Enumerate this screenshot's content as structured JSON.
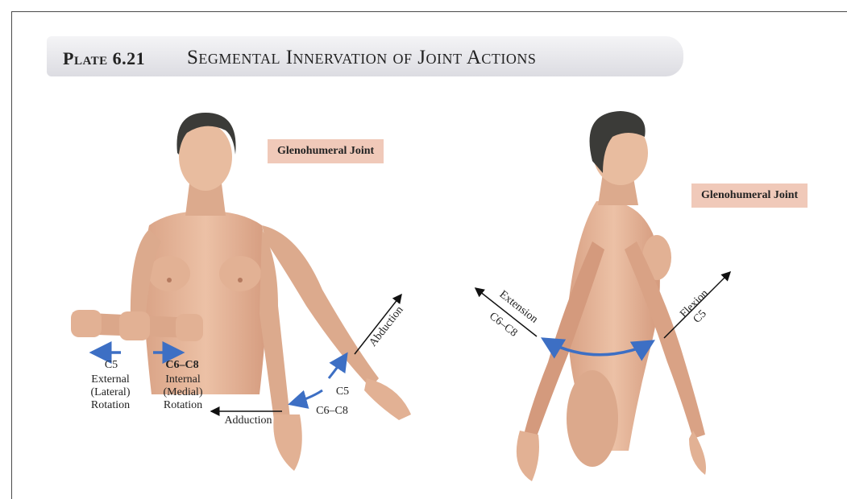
{
  "header": {
    "plate": "Plate 6.21",
    "title": "Segmental Innervation of Joint Actions"
  },
  "left_panel": {
    "joint_label": "Glenohumeral Joint",
    "rotation": {
      "external_segment": "C5",
      "external_label_lines": [
        "External",
        "(Lateral)",
        "Rotation"
      ],
      "internal_segment": "C6–C8",
      "internal_label_lines": [
        "Internal",
        "(Medial)",
        "Rotation"
      ]
    },
    "abduction": {
      "label": "Abduction",
      "segment": "C5"
    },
    "adduction": {
      "label": "Adduction",
      "segment": "C6–C8"
    }
  },
  "right_panel": {
    "joint_label": "Glenohumeral Joint",
    "extension": {
      "label": "Extension",
      "segment": "C6–C8"
    },
    "flexion": {
      "label": "Flexion",
      "segment": "C5"
    }
  },
  "colors": {
    "skin": "#e7b79a",
    "skin_shadow": "#c98f71",
    "hair": "#3b3b38",
    "arrow_blue": "#3d6fc4",
    "label_bg": "#f0c9b9"
  }
}
